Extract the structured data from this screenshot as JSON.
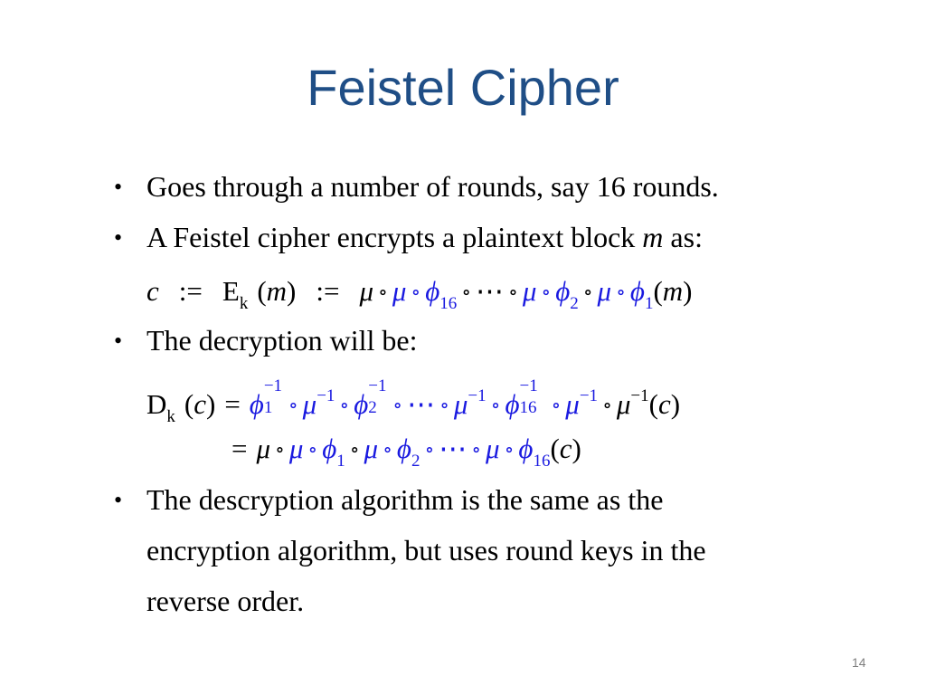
{
  "slide": {
    "title": "Feistel Cipher",
    "page_number": "14",
    "bullet_glyph": "•",
    "bullets": [
      {
        "text": "Goes through a number of rounds, say 16 rounds."
      },
      {
        "text_before": "A Feistel cipher encrypts a plaintext block ",
        "var": "m",
        "text_after": " as:"
      },
      {
        "text": "The decryption will be:"
      },
      {
        "lines": [
          "The descryption algorithm is the same as the",
          "encryption algorithm, but uses round keys in the",
          "reverse order."
        ]
      }
    ],
    "math": {
      "c": "c",
      "assign": ":=",
      "E": "E",
      "D": "D",
      "k": "k",
      "m": "m",
      "mu": "μ",
      "phi": "ϕ",
      "compose": "∘",
      "cdots": "⋯",
      "equals": "=",
      "inv": "−1",
      "lparen": "(",
      "rparen": ")",
      "idx_1": "1",
      "idx_2": "2",
      "idx_16": "16"
    }
  }
}
